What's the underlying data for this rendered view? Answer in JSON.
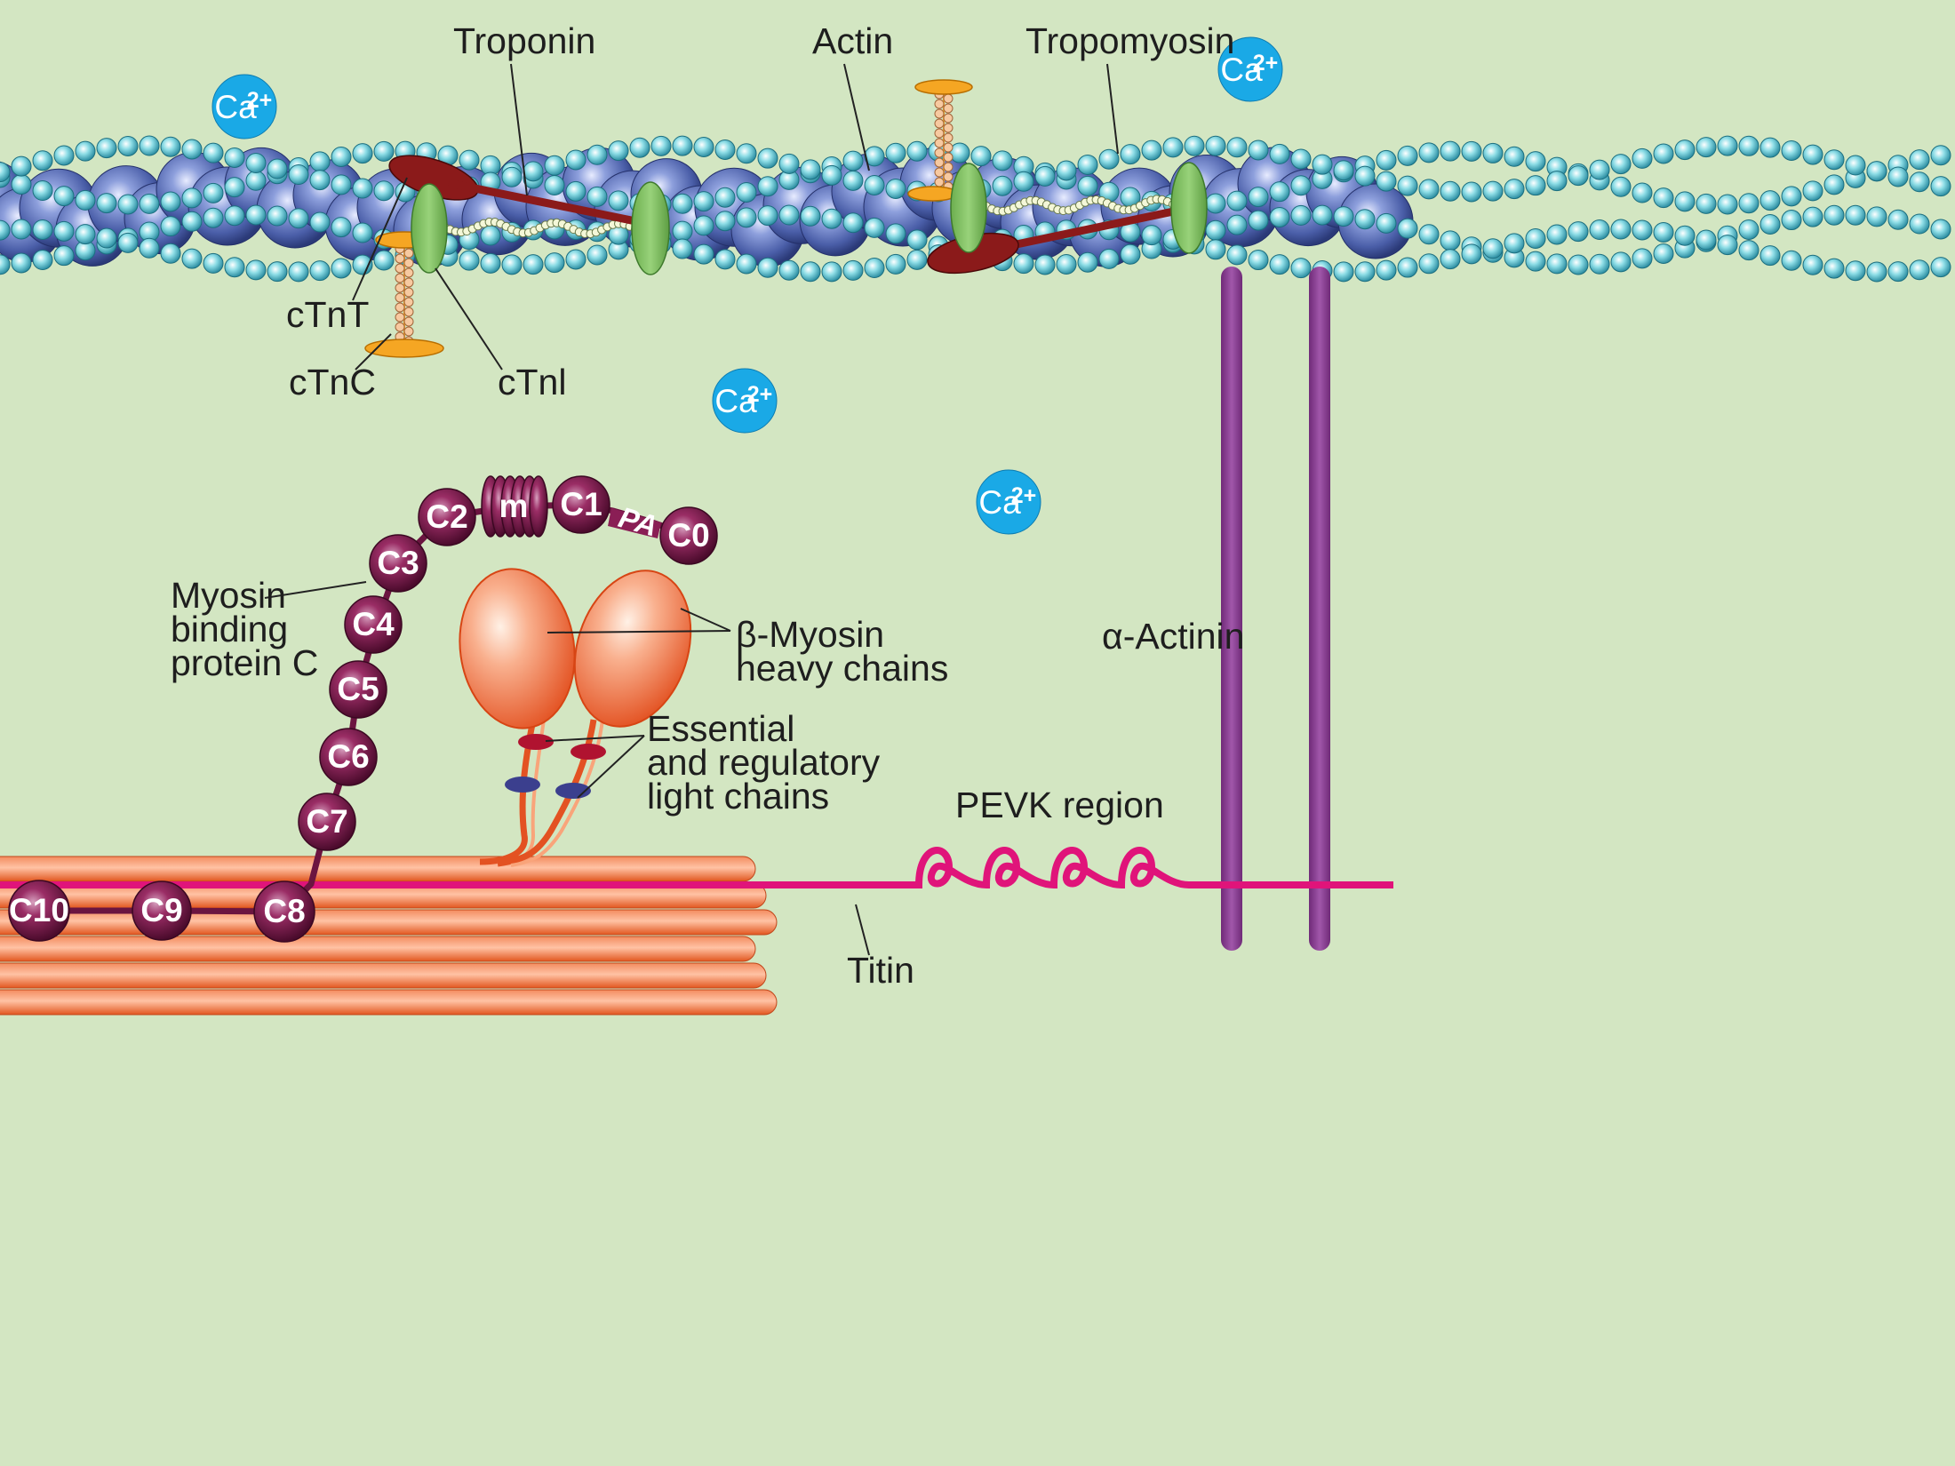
{
  "labels": {
    "troponin": "Troponin",
    "actin": "Actin",
    "tropomyosin": "Tropomyosin",
    "ctnt": "cTnT",
    "ctnc": "cTnC",
    "ctni": "cTnl",
    "mybpc": [
      "Myosin",
      "binding",
      "protein C"
    ],
    "myosin_heavy": [
      "β-Myosin",
      "heavy chains"
    ],
    "light_chains": [
      "Essential",
      "and regulatory",
      "light chains"
    ],
    "pevk": "PEVK region",
    "titin": "Titin",
    "actinin": "α-Actinin"
  },
  "calcium": {
    "text": "Ca",
    "superscript": "2+"
  },
  "mybpc_domains": [
    "C0",
    "PA",
    "C1",
    "m",
    "C2",
    "C3",
    "C4",
    "C5",
    "C6",
    "C7",
    "C8",
    "C9",
    "C10"
  ],
  "colors": {
    "background": "#d3e6c2",
    "actin": "#5a6fb5",
    "tropomyosin_bead": "#7fd6df",
    "troponin_t": "#8b1a1a",
    "troponin_i": "#7ec362",
    "troponin_c": "#f5a623",
    "calcium": "#1aa9e6",
    "mybpc": "#8a1e55",
    "myosin_head": "#f07a48",
    "essential_light_chain": "#b01330",
    "regulatory_light_chain": "#3b3f8e",
    "thick_filament": "#ef6a3c",
    "titin": "#e0147a",
    "actinin": "#8e3f94"
  }
}
